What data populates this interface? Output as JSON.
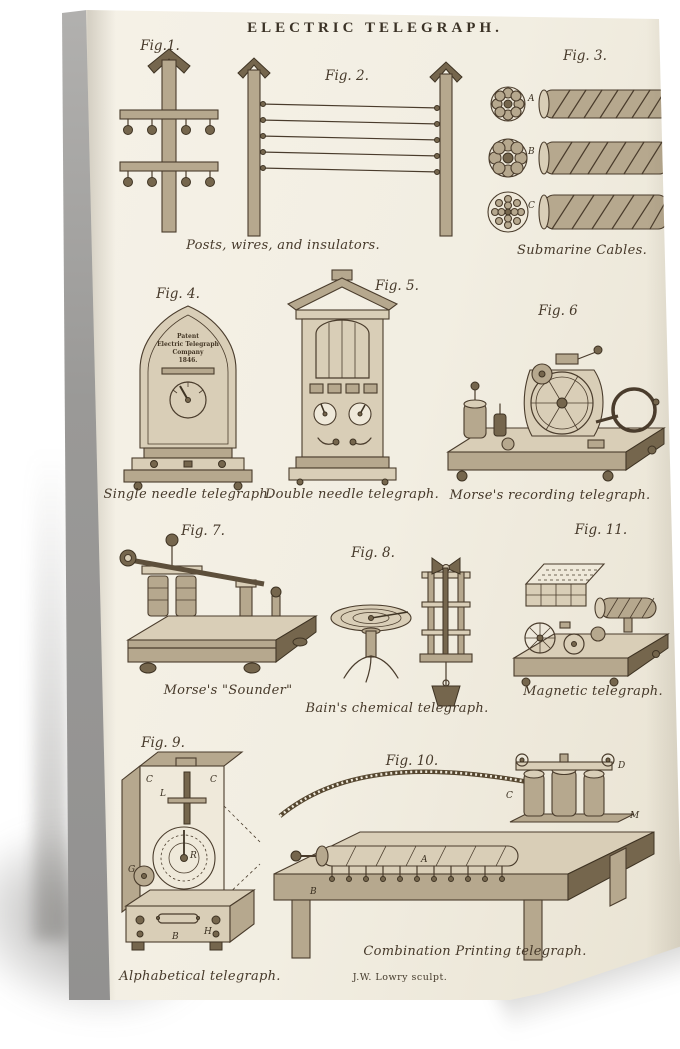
{
  "plate": {
    "title": "ELECTRIC TELEGRAPH.",
    "credit": "J.W. Lowry sculpt.",
    "labels": {
      "fig1": "Fig.1.",
      "fig2": "Fig. 2.",
      "fig3": "Fig. 3.",
      "fig4": "Fig. 4.",
      "fig5": "Fig. 5.",
      "fig6": "Fig. 6",
      "fig7": "Fig. 7.",
      "fig8": "Fig. 8.",
      "fig9": "Fig. 9.",
      "fig10": "Fig. 10.",
      "fig11": "Fig. 11."
    },
    "captions": {
      "posts": "Posts, wires, and insulators.",
      "cables": "Submarine Cables.",
      "fig4": "Single needle telegraph.",
      "fig5": "Double needle telegraph.",
      "fig6": "Morse's recording telegraph.",
      "fig7": "Morse's \"Sounder\"",
      "fig8": "Bain's chemical telegraph.",
      "fig11": "Magnetic telegraph.",
      "fig9": "Alphabetical telegraph.",
      "fig10": "Combination Printing telegraph."
    },
    "fig3_letters": [
      "A",
      "B",
      "C"
    ],
    "fig4_plate": [
      "Patent",
      "Electric Telegraph",
      "Company",
      "1846."
    ],
    "fig9_letters": {
      "c1": "C",
      "c2": "C",
      "l": "L",
      "r": "R",
      "g": "G",
      "b": "B",
      "h": "H"
    },
    "fig10_letters": {
      "d": "D",
      "c": "C",
      "m": "M",
      "a": "A",
      "b": "B"
    }
  },
  "colors": {
    "background": "#ffffff",
    "paper": "#f2eee2",
    "ink": "#4a3c2c",
    "canvas_side": "#9c9b99"
  }
}
